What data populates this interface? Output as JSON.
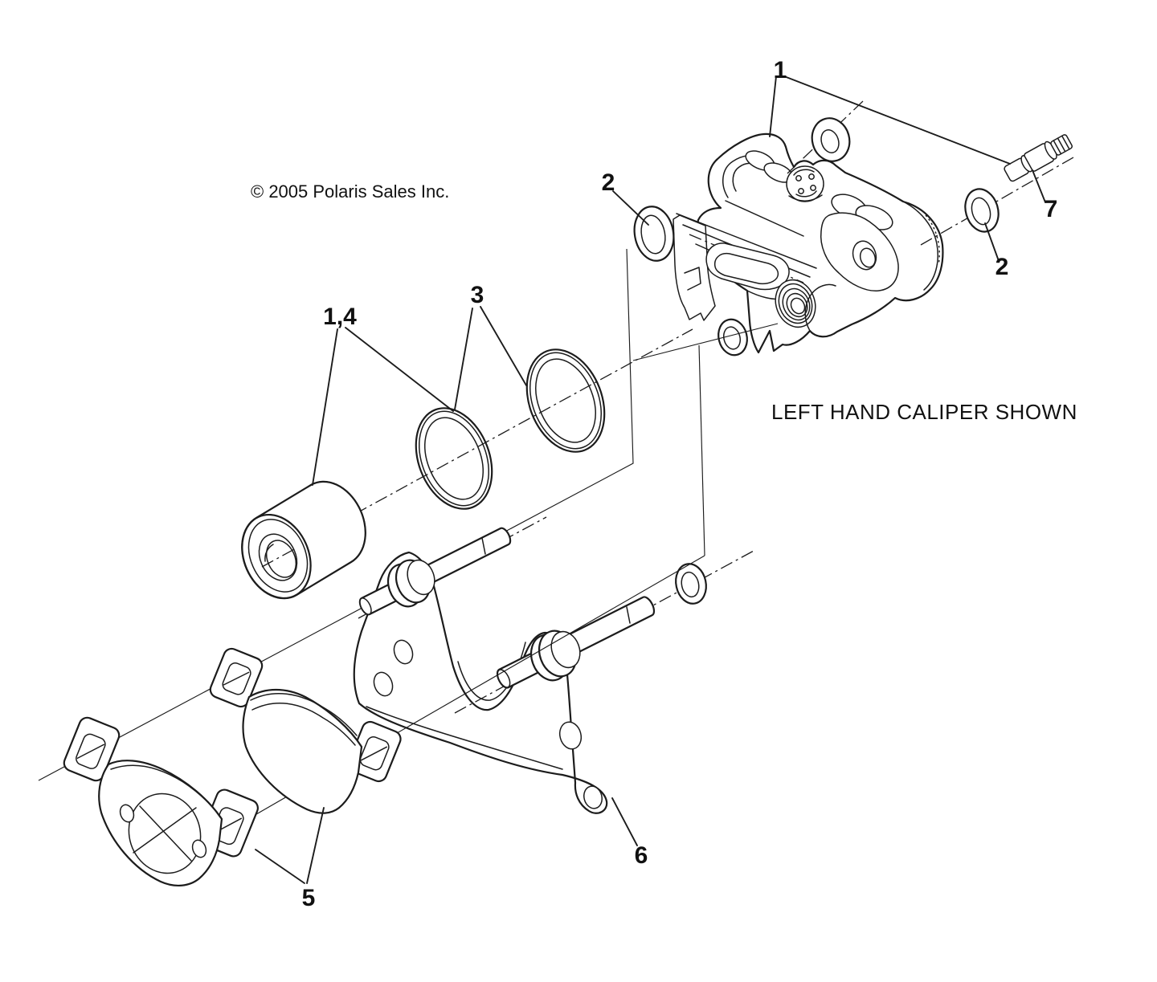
{
  "page": {
    "background": "#ffffff",
    "ink": "#1c1c1c",
    "kind": "exploded parts diagram"
  },
  "copyright_notice": "© 2005 Polaris Sales Inc.",
  "view_caption": "LEFT HAND CALIPER SHOWN",
  "callouts": [
    {
      "id": "callout-1",
      "text": "1"
    },
    {
      "id": "callout-2-left",
      "text": "2"
    },
    {
      "id": "callout-3",
      "text": "3"
    },
    {
      "id": "callout-1-4",
      "text": "1,4"
    },
    {
      "id": "callout-5",
      "text": "5"
    },
    {
      "id": "callout-6",
      "text": "6"
    },
    {
      "id": "callout-7",
      "text": "7"
    },
    {
      "id": "callout-2-right",
      "text": "2"
    }
  ]
}
